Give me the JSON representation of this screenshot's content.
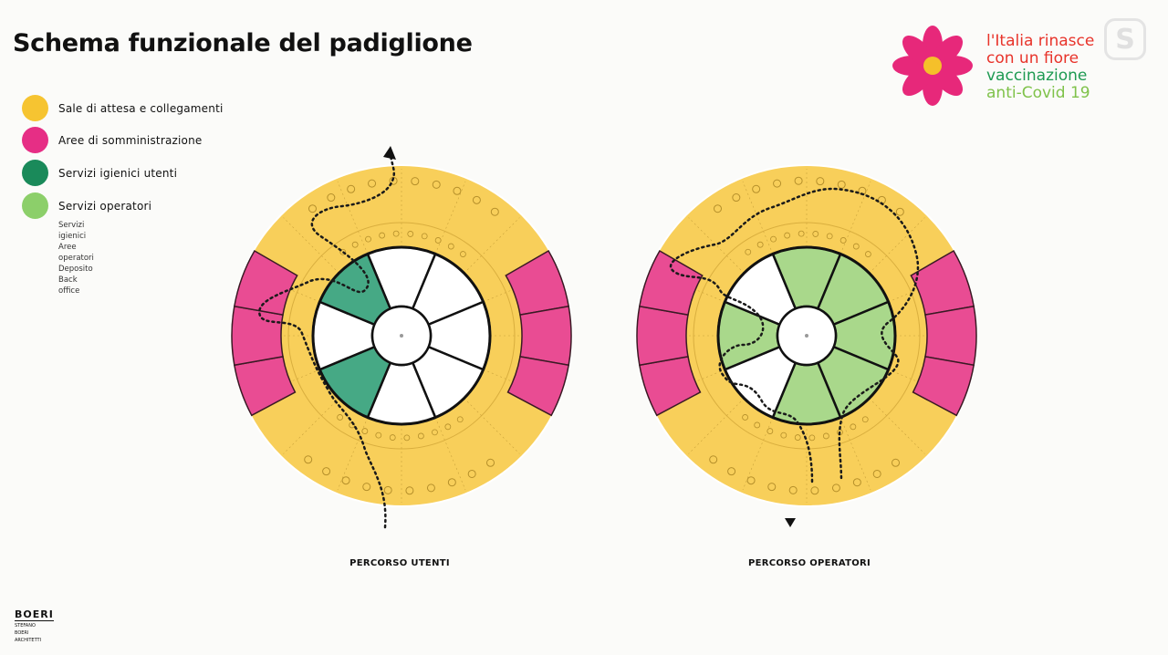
{
  "header": {
    "title": "Schema funzionale del padiglione"
  },
  "legend": {
    "items": [
      {
        "label": "Sale di attesa e collegamenti",
        "color": "#f6c431"
      },
      {
        "label": "Aree di somministrazione",
        "color": "#e62e85"
      },
      {
        "label": "Servizi igienici utenti",
        "color": "#1a8a5a"
      },
      {
        "label": "Servizi operatori",
        "color": "#8ccf6a"
      }
    ],
    "subitems": [
      "Servizi igienici",
      "Aree operatori",
      "Deposito",
      "Back office"
    ]
  },
  "diagrams": [
    {
      "caption": "PERCORSO UTENTI"
    },
    {
      "caption": "PERCORSO OPERATORI"
    }
  ],
  "logo": {
    "lines": [
      {
        "text": "l'Italia rinasce",
        "color": "#e8332a"
      },
      {
        "text": "con un fiore",
        "color": "#e8332a"
      },
      {
        "text": "vaccinazione",
        "color": "#1e9a52"
      },
      {
        "text": "anti-Covid 19",
        "color": "#7fc24a"
      }
    ],
    "flower_color": "#e7287a",
    "flower_center_color": "#f5c02a"
  },
  "channel_badge": {
    "glyph": "S"
  },
  "footer": {
    "brand": "BOERI",
    "brand_sub": [
      "STEFANO",
      "BOERI",
      "ARCHITETTI"
    ]
  },
  "colors": {
    "yellow": "#f8cf5a",
    "magenta": "#e94c93",
    "dark_green": "#46a985",
    "light_green": "#a9d88b",
    "white": "#ffffff"
  }
}
